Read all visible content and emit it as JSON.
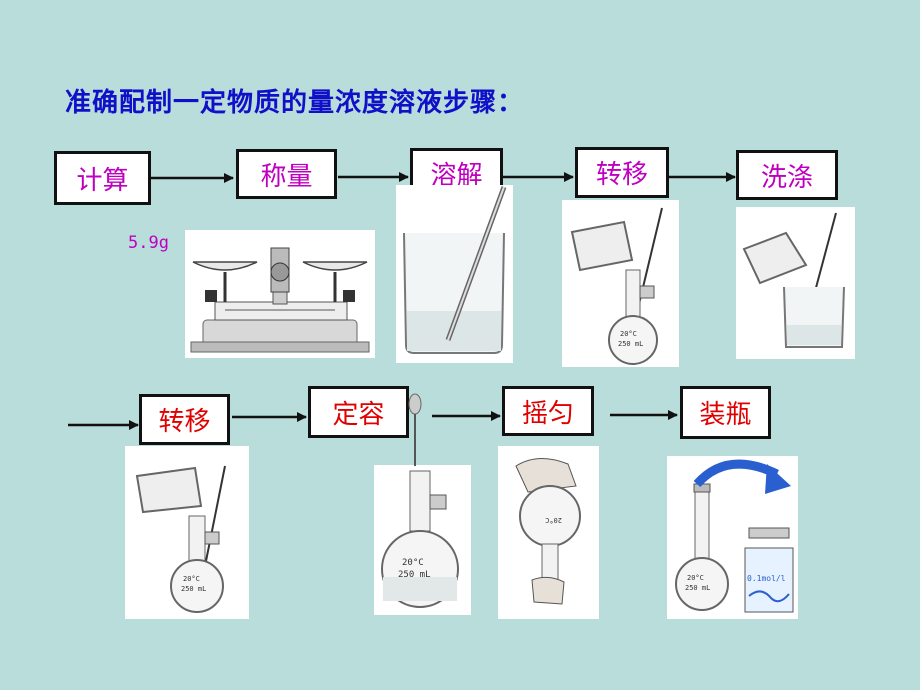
{
  "title": "准确配制一定物质的量浓度溶液步骤：",
  "mass_note": "5.9g",
  "steps": [
    {
      "label": "计算"
    },
    {
      "label": "称量"
    },
    {
      "label": "溶解"
    },
    {
      "label": "转移"
    },
    {
      "label": "洗涤"
    },
    {
      "label": "转移"
    },
    {
      "label": "定容"
    },
    {
      "label": "摇匀"
    },
    {
      "label": "装瓶"
    }
  ],
  "flask_label": {
    "temp": "20°C",
    "volume": "250 mL"
  },
  "bottle_label": "0.1mol/l",
  "colors": {
    "background": "#b8dddb",
    "title": "#1010c8",
    "step_row1": "#c000c0",
    "step_row2": "#e00000",
    "curve_arrow": "#2a5fd0"
  }
}
